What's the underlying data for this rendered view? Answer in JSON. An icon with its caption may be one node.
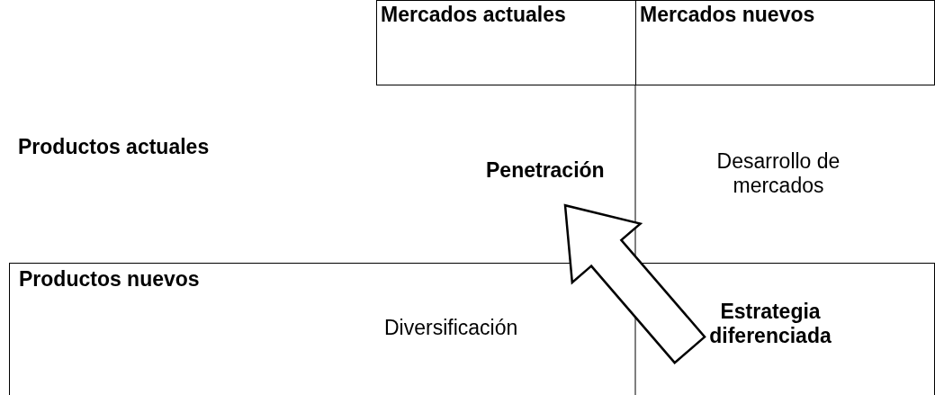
{
  "diagram": {
    "nodes": [
      {
        "text": [
          "Mercados actuales"
        ]
      },
      {
        "text": [
          "Mercados nuevos"
        ]
      },
      {
        "text": [
          "Productos actuales"
        ]
      },
      {
        "text": [
          "Penetración"
        ]
      },
      {
        "text": [
          "Desarrollo de mercados"
        ]
      },
      {
        "text": [
          "Productos nuevos"
        ]
      },
      {
        "text": [
          "Diversificación"
        ],
        "in": 5
      },
      {
        "text": [
          "Estrategia diferenciada"
        ],
        "in": 5
      }
    ],
    "edges": [
      {
        "from": 7,
        "to": 3,
        "arrow": "to",
        "style": "thick"
      }
    ]
  }
}
